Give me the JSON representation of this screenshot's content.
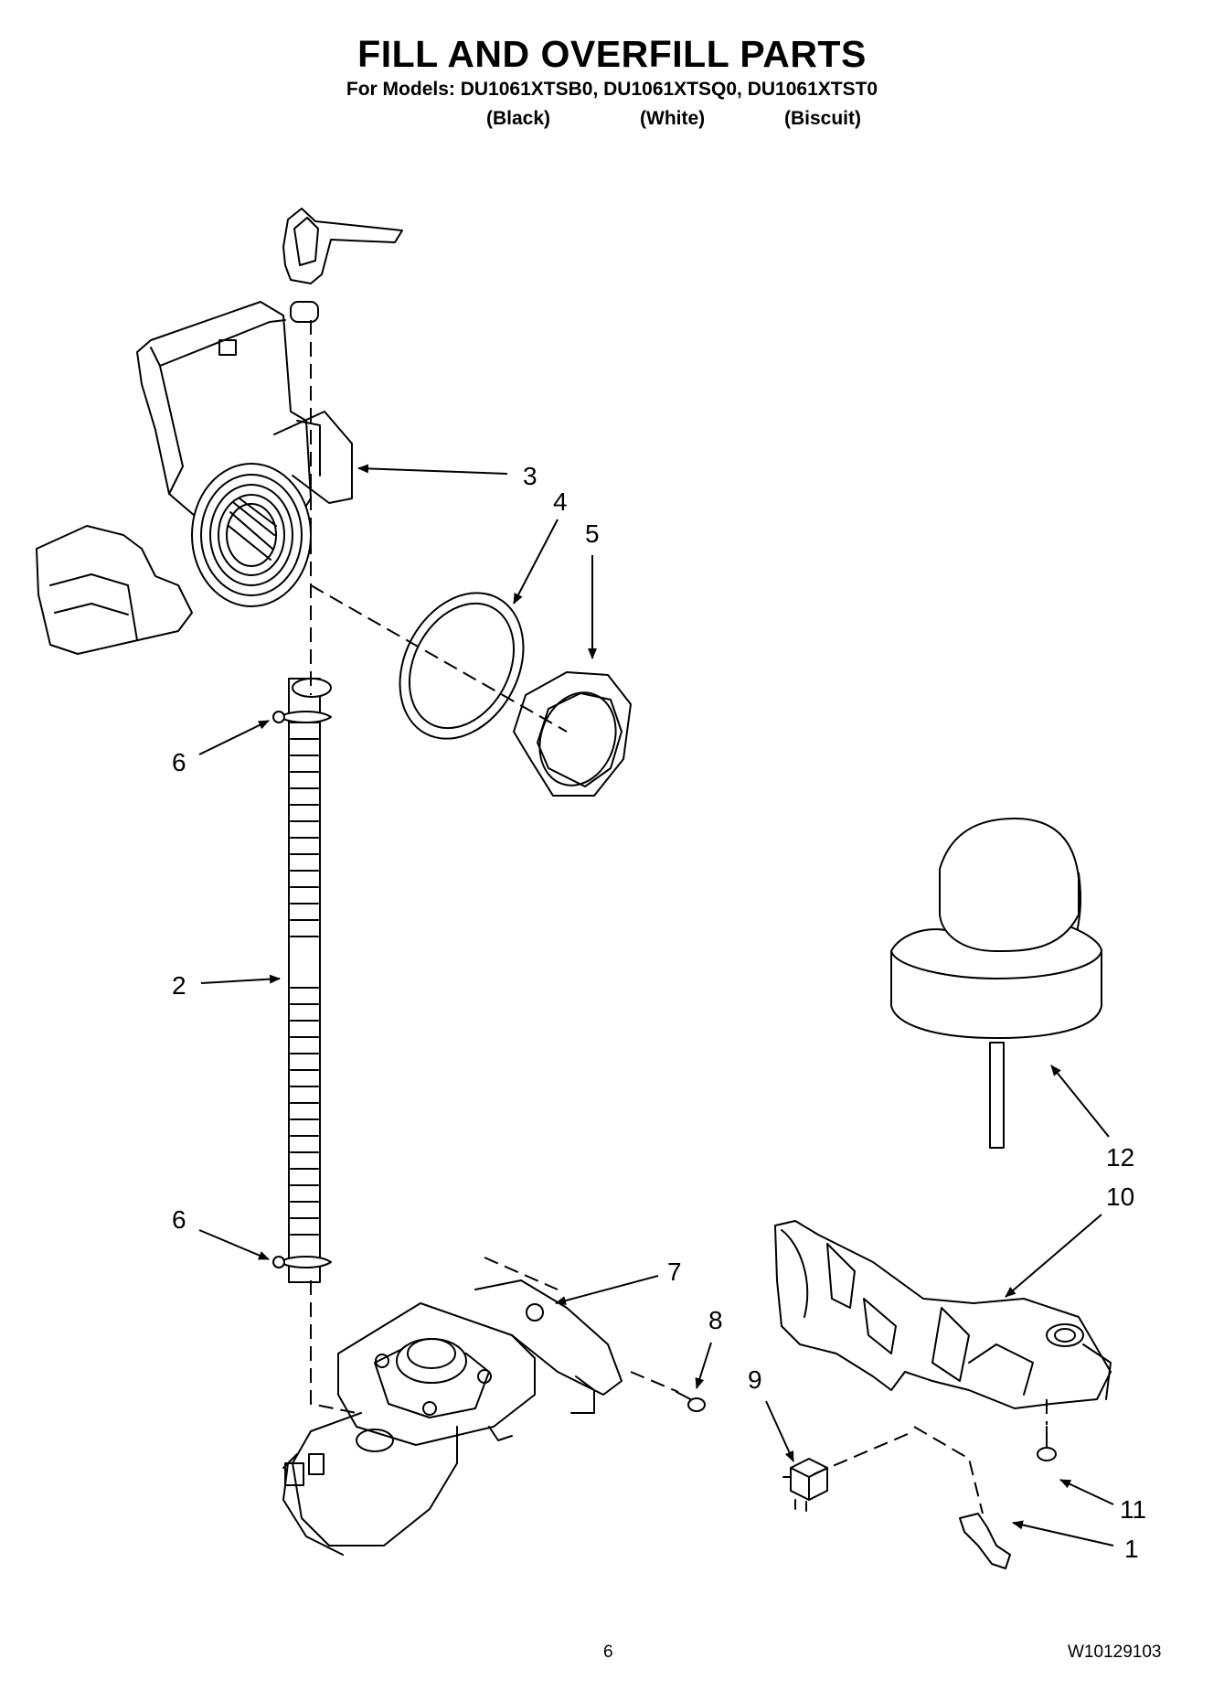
{
  "header": {
    "title": "FILL AND OVERFILL PARTS",
    "models": "For Models: DU1061XTSB0, DU1061XTSQ0, DU1061XTST0",
    "color_black": "(Black)",
    "color_white": "(White)",
    "color_biscuit": "(Biscuit)"
  },
  "callouts": {
    "c1": "1",
    "c2": "2",
    "c3": "3",
    "c4": "4",
    "c5": "5",
    "c6a": "6",
    "c6b": "6",
    "c7": "7",
    "c8": "8",
    "c9": "9",
    "c10": "10",
    "c11": "11",
    "c12": "12"
  },
  "footer": {
    "page_number": "6",
    "doc_number": "W10129103"
  }
}
